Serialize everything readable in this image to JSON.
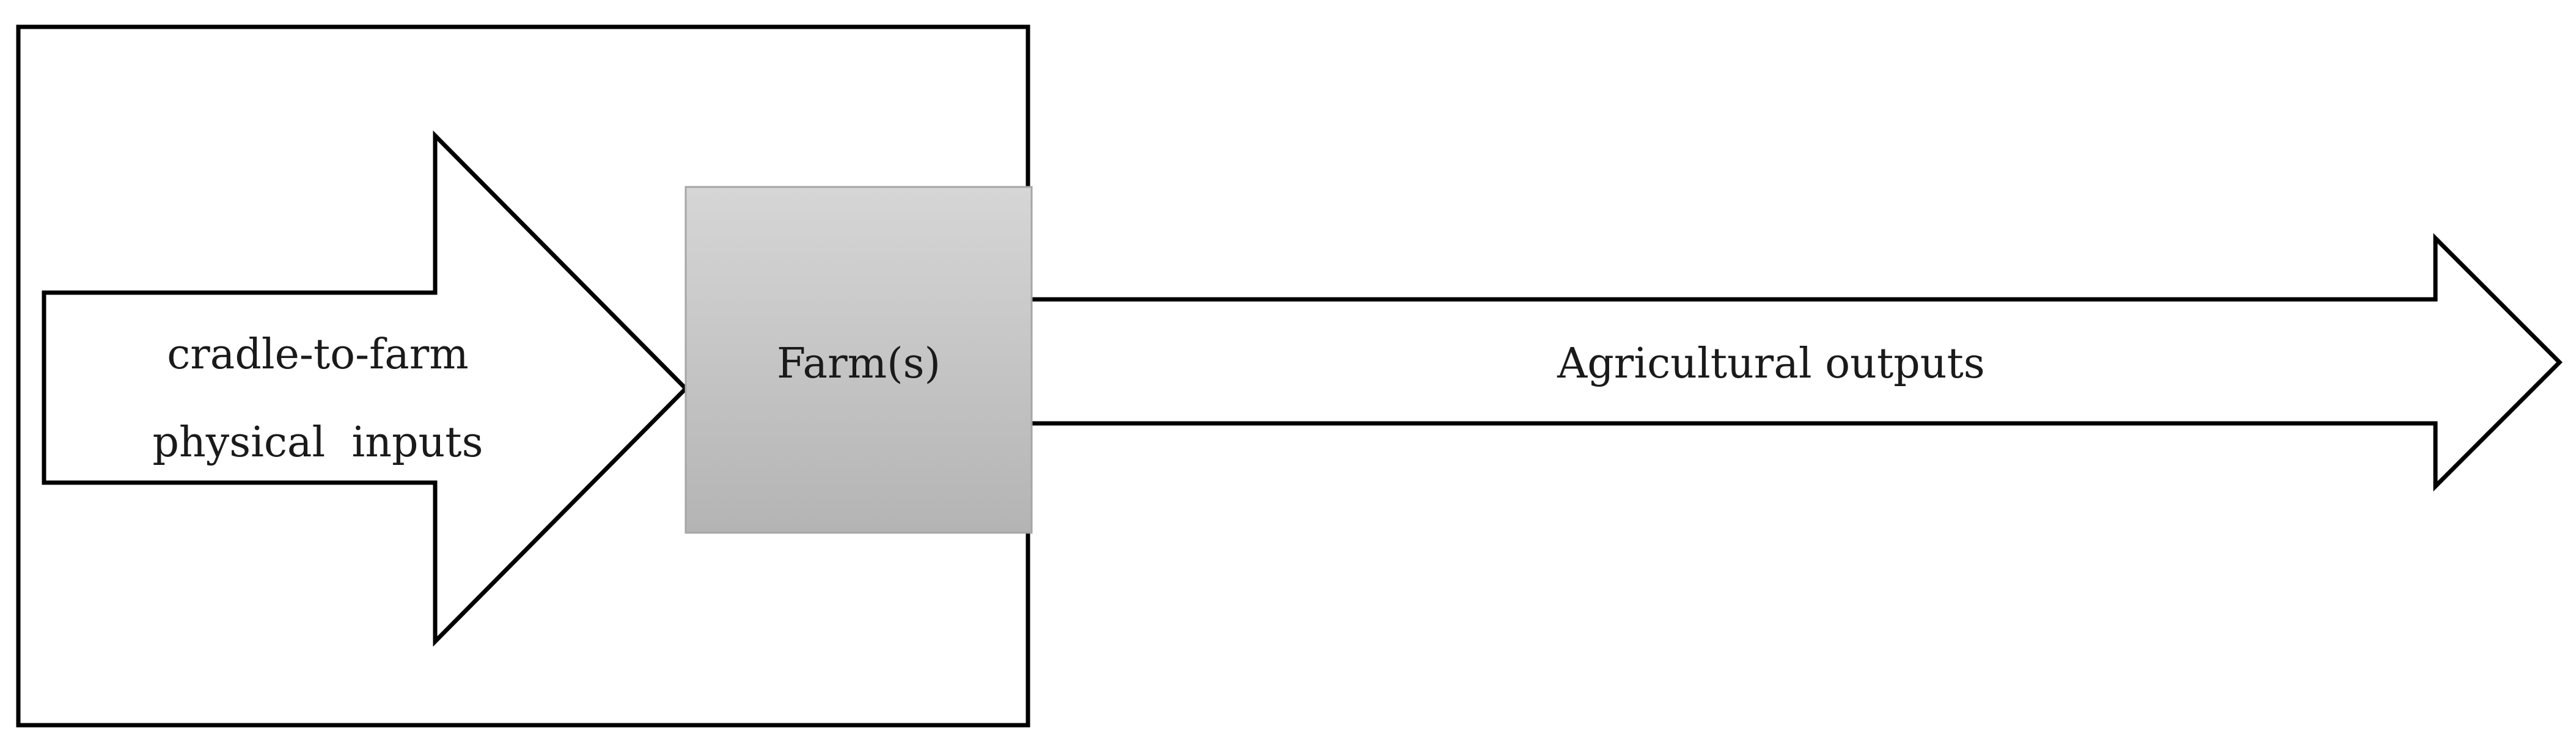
{
  "input_arrow": {
    "line1": "cradle-to-farm",
    "line2": "physical  inputs"
  },
  "farm_box": {
    "label": "Farm(s)"
  },
  "output_arrow": {
    "label": "Agricultural outputs"
  },
  "colors": {
    "stroke": "#000000",
    "arrow_fill": "#ffffff",
    "farm_gradient_top": "#d6d6d6",
    "farm_gradient_bottom": "#b4b4b4",
    "farm_border": "#a6a6a6",
    "text": "#1a1a1a"
  }
}
